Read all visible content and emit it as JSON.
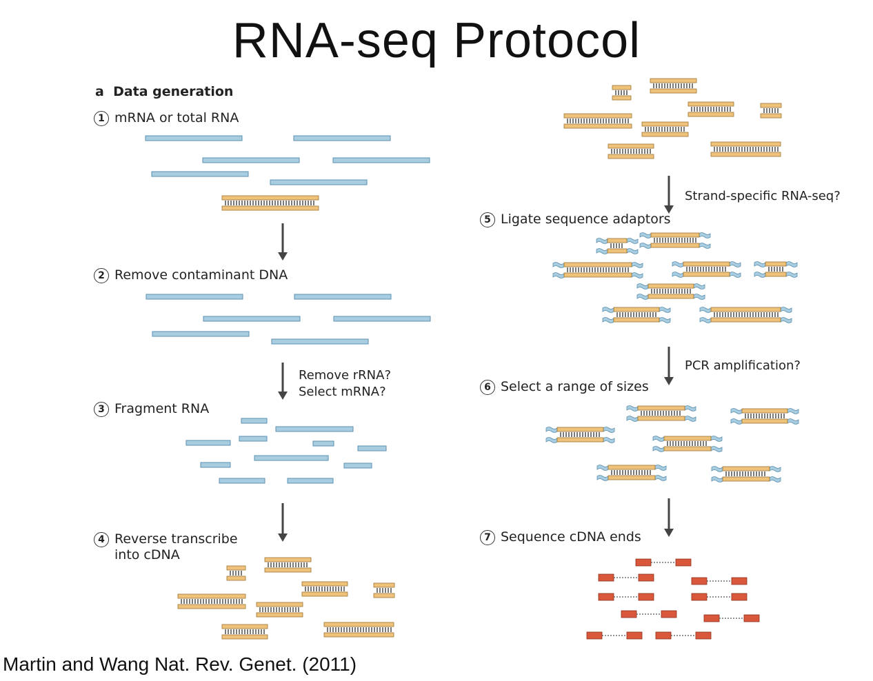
{
  "slide": {
    "title": "RNA-seq Protocol",
    "citation": "Martin and Wang Nat. Rev. Genet. (2011)"
  },
  "figure": {
    "panel_letter": "a",
    "section_label": "Data generation",
    "steps": [
      {
        "num": "1",
        "label": "mRNA or total RNA"
      },
      {
        "num": "2",
        "label": "Remove contaminant DNA"
      },
      {
        "num": "3",
        "label": "Fragment RNA"
      },
      {
        "num": "4",
        "label": "Reverse transcribe\ninto cDNA"
      },
      {
        "num": "5",
        "label": "Ligate sequence adaptors"
      },
      {
        "num": "6",
        "label": "Select a range of sizes"
      },
      {
        "num": "7",
        "label": "Sequence cDNA ends"
      }
    ],
    "notes": {
      "remove_rrna": "Remove rRNA?\nSelect mRNA?",
      "strand_specific": "Strand-specific RNA-seq?",
      "pcr": "PCR amplification?"
    },
    "colors": {
      "rna_strand": "#a9cde0",
      "rna_outline": "#5b8fb0",
      "cdna_strand": "#eec27a",
      "cdna_outline": "#9a7430",
      "read": "#d9583b",
      "arrow": "#444444"
    }
  }
}
